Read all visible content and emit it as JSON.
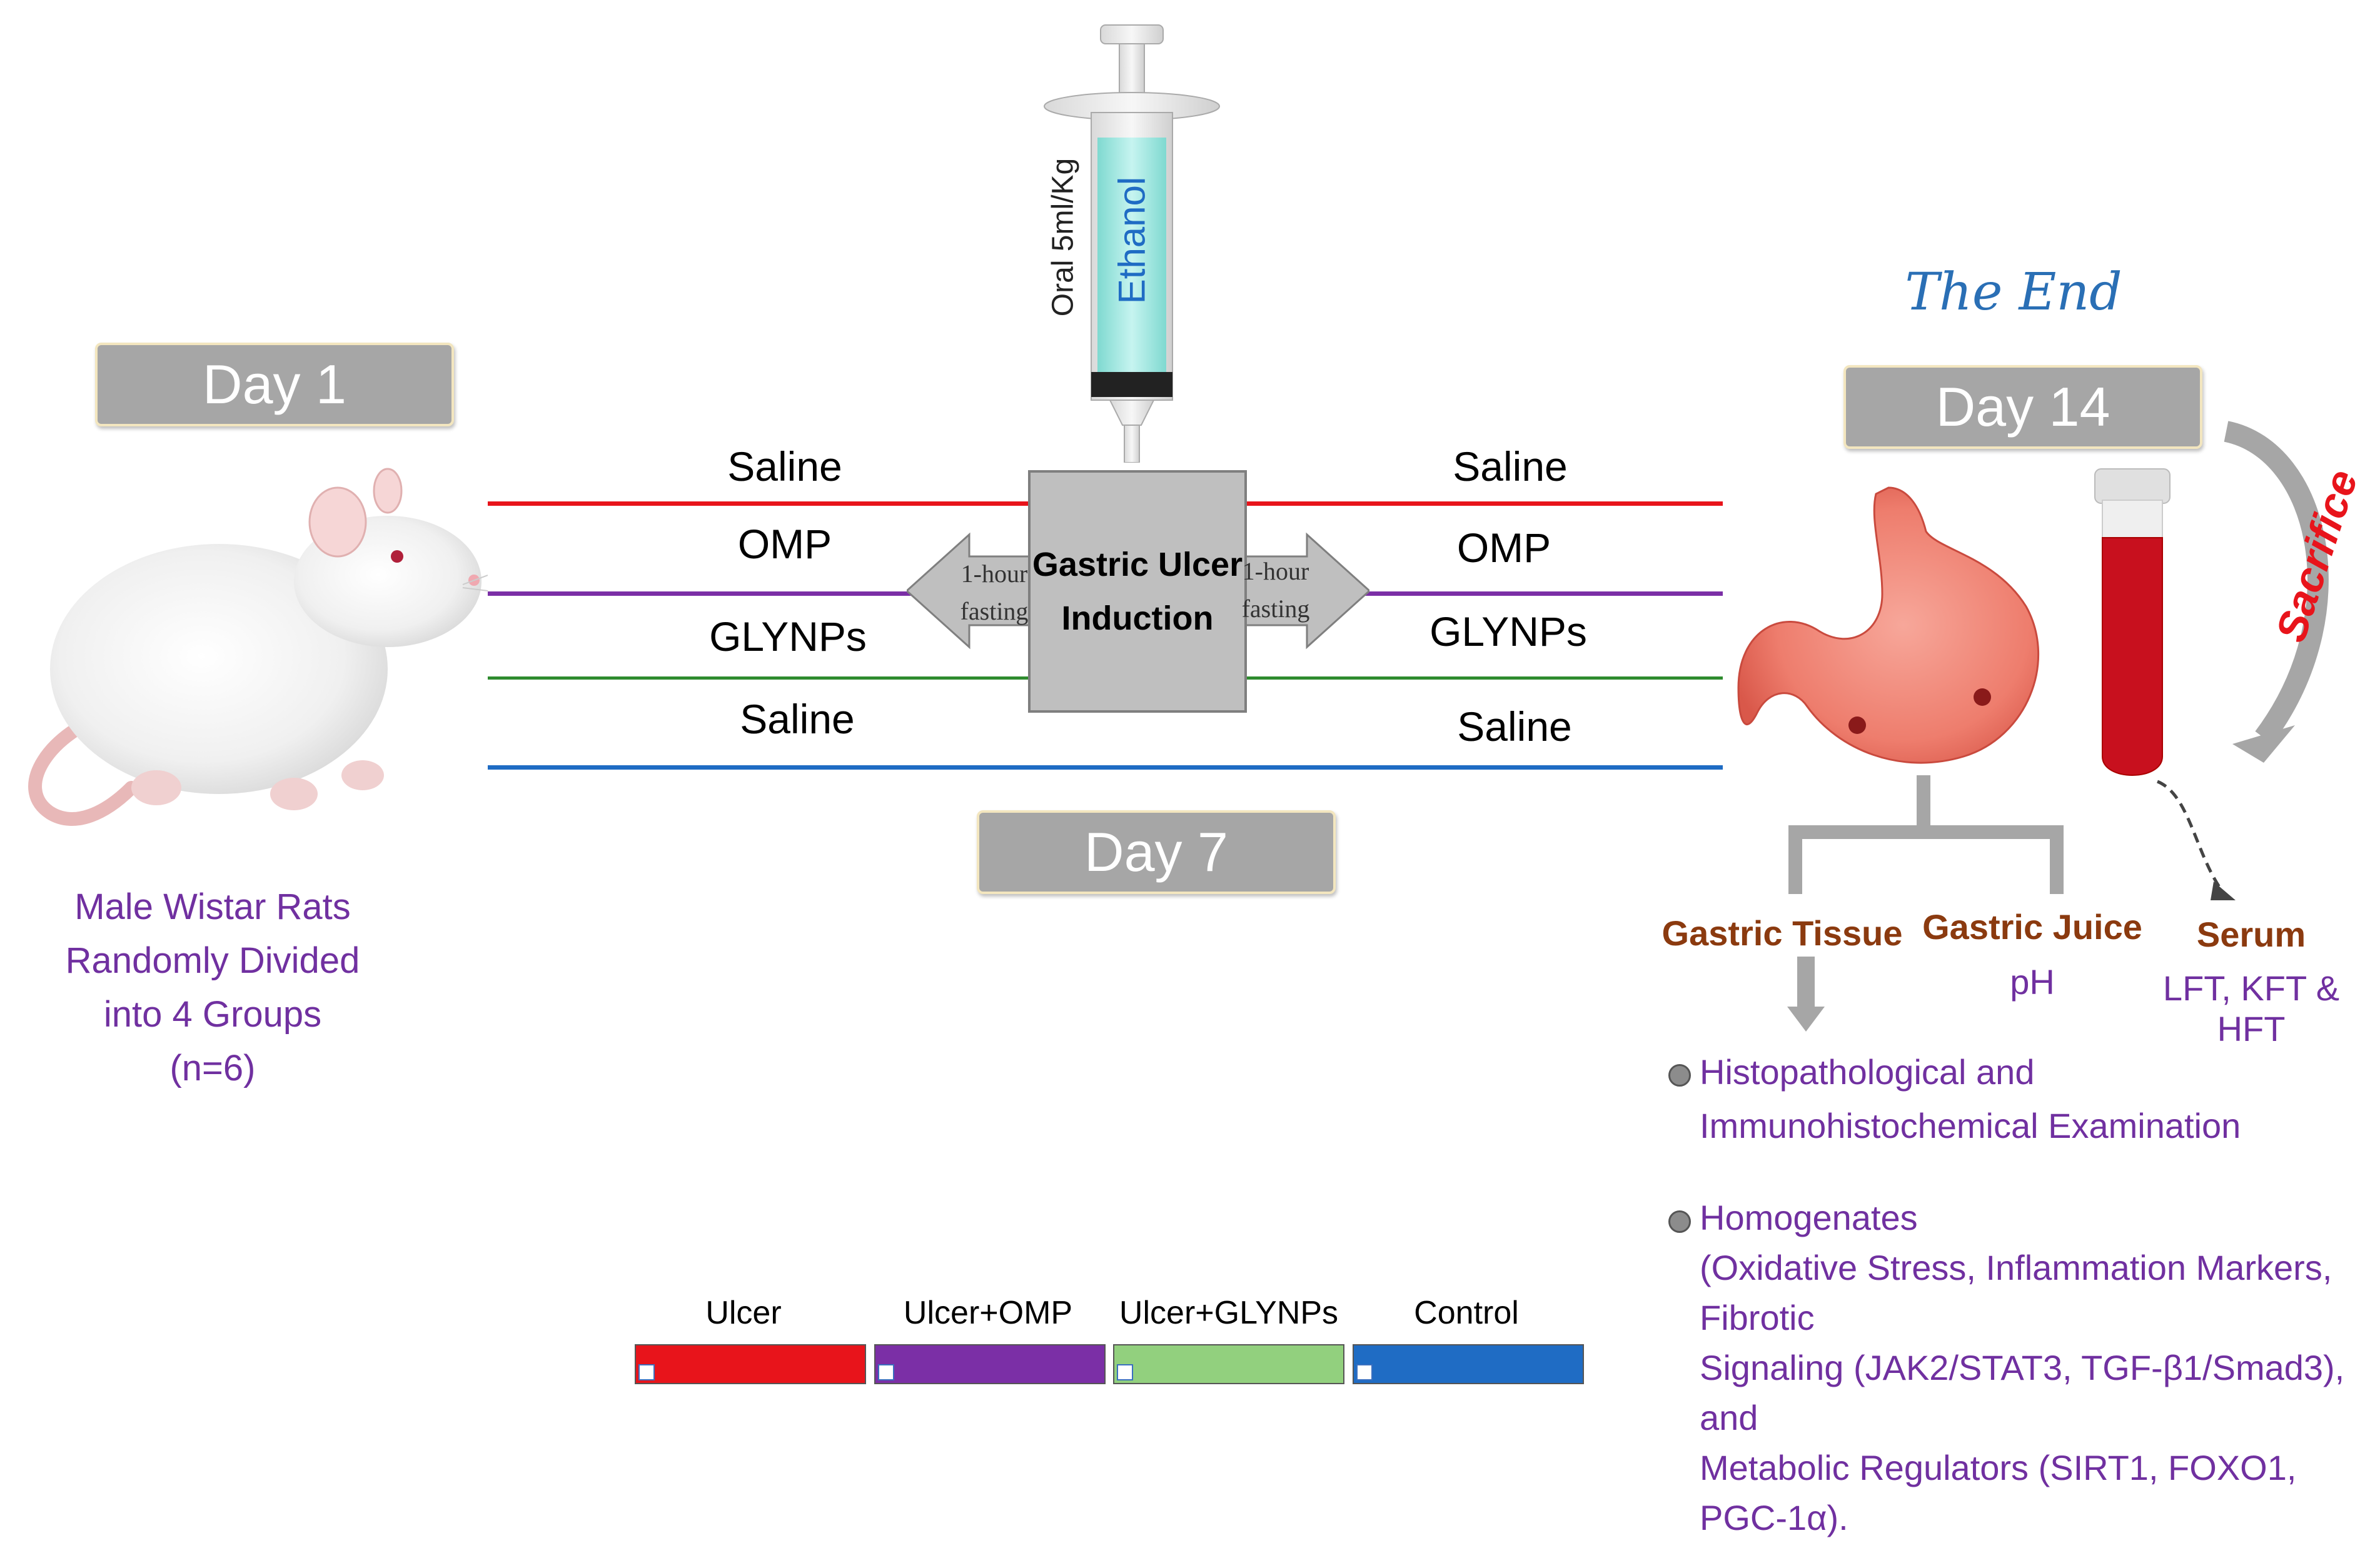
{
  "days": {
    "day1": "Day 1",
    "day7": "Day 7",
    "day14": "Day 14"
  },
  "left_caption": [
    "Male Wistar Rats",
    "Randomly Divided",
    "into 4 Groups",
    "(n=6)"
  ],
  "syringe": {
    "substance": "Ethanol",
    "dose": "Oral 5ml/Kg"
  },
  "induction": {
    "line1": "Gastric Ulcer",
    "line2": "Induction",
    "left_arrow": [
      "1-hour",
      "fasting"
    ],
    "right_arrow": [
      "1-hour",
      "fasting"
    ]
  },
  "groups_left": [
    "Saline",
    "OMP",
    "GLYNPs",
    "Saline"
  ],
  "groups_right": [
    "Saline",
    "OMP",
    "GLYNPs",
    "Saline"
  ],
  "end_text": "The End",
  "sacrifice": "Sacrifice",
  "outputs": {
    "gastric_tissue": "Gastric Tissue",
    "gastric_juice": "Gastric Juice",
    "gastric_juice_sub": "pH",
    "serum": "Serum",
    "serum_sub": "LFT, KFT & HFT"
  },
  "analyses": {
    "item1": [
      "Histopathological and",
      "Immunohistochemical Examination"
    ],
    "item2_title": "Homogenates",
    "item2_lines": [
      "(Oxidative Stress, Inflammation Markers, Fibrotic",
      "Signaling (JAK2/STAT3, TGF-β1/Smad3), and",
      "Metabolic Regulators (SIRT1, FOXO1, PGC-1α)."
    ]
  },
  "legend": [
    {
      "label": "Ulcer",
      "color": "#e8141b"
    },
    {
      "label": "Ulcer+OMP",
      "color": "#7b2fa6"
    },
    {
      "label": "Ulcer+GLYNPs",
      "color": "#92d07e"
    },
    {
      "label": "Control",
      "color": "#1f6cc4"
    }
  ],
  "colors": {
    "line_red": "#e8141b",
    "line_purple": "#7b2fa6",
    "line_green": "#2e8b2e",
    "line_blue": "#1f6cc4",
    "box_gray": "#a6a6a6",
    "caption_purple": "#7030a0",
    "brown": "#8b3a0f",
    "sacrifice_red": "#e8141b",
    "end_blue": "#2a6fb5"
  }
}
